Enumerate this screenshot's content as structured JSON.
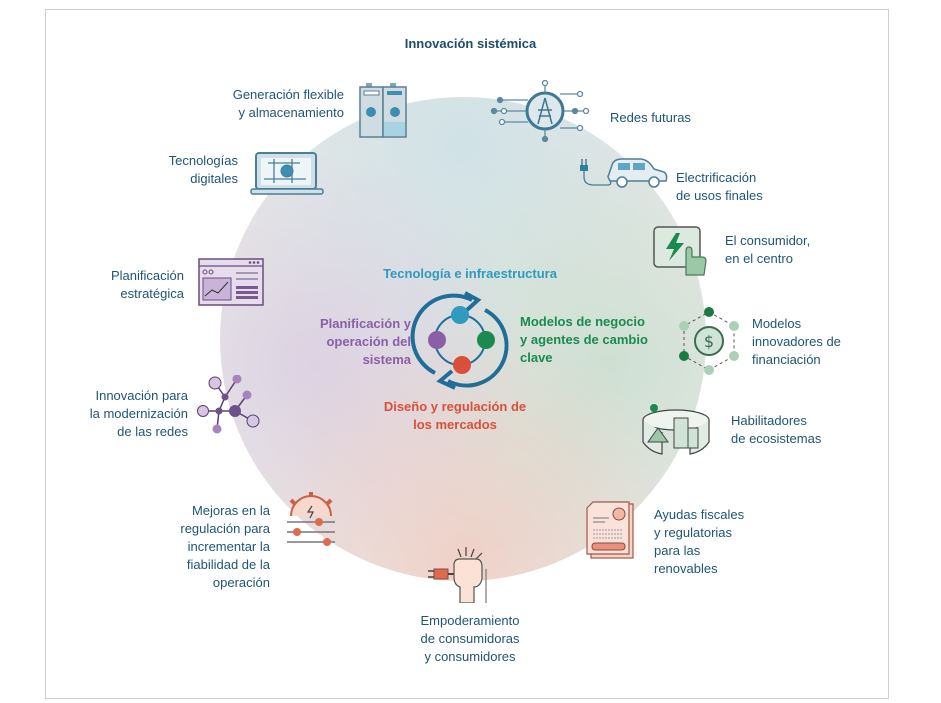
{
  "title": "Innovación sistémica",
  "colors": {
    "text": "#1f5574",
    "technology": "#2e9bbf",
    "business": "#1a8a4f",
    "markets": "#d9503a",
    "planning": "#8a5fa8",
    "cycle_arrow": "#1f6e99"
  },
  "center": {
    "technology": "Tecnología e infraestructura",
    "business": [
      "Modelos de negocio",
      "y agentes de cambio",
      "clave"
    ],
    "markets": [
      "Diseño y regulación de",
      "los mercados"
    ],
    "planning": [
      "Planificación y",
      "operación del",
      "sistema"
    ]
  },
  "items": [
    {
      "id": "generacion",
      "icon": "battery-storage-icon",
      "lines": [
        "Generación flexible",
        "y almacenamiento"
      ]
    },
    {
      "id": "redes-futuras",
      "icon": "grid-tower-icon",
      "lines": [
        "Redes futuras"
      ]
    },
    {
      "id": "tecnologias-digitales",
      "icon": "laptop-network-icon",
      "lines": [
        "Tecnologías",
        "digitales"
      ]
    },
    {
      "id": "electrificacion",
      "icon": "electric-car-icon",
      "lines": [
        "Electrificación",
        "de usos finales"
      ]
    },
    {
      "id": "consumidor",
      "icon": "touch-power-button-icon",
      "lines": [
        "El consumidor,",
        "en el centro"
      ]
    },
    {
      "id": "planificacion",
      "icon": "dashboard-chart-icon",
      "lines": [
        "Planificación",
        "estratégica"
      ]
    },
    {
      "id": "financiacion",
      "icon": "money-network-icon",
      "lines": [
        "Modelos",
        "innovadores de",
        "financiación"
      ]
    },
    {
      "id": "modernizacion",
      "icon": "network-nodes-icon",
      "lines": [
        "Innovación para",
        "la modernización",
        "de las redes"
      ]
    },
    {
      "id": "ecosistemas",
      "icon": "ecosystem-city-icon",
      "lines": [
        "Habilitadores",
        "de ecosistemas"
      ]
    },
    {
      "id": "regulacion",
      "icon": "gear-sliders-icon",
      "lines": [
        "Mejoras en la",
        "regulación para",
        "incrementar la",
        "fiabilidad de la",
        "operación"
      ]
    },
    {
      "id": "ayudas",
      "icon": "document-renewables-icon",
      "lines": [
        "Ayudas fiscales",
        "y regulatorias",
        "para las",
        "renovables"
      ]
    },
    {
      "id": "empoderamiento",
      "icon": "fist-plug-icon",
      "lines": [
        "Empoderamiento",
        "de consumidoras",
        "y consumidores"
      ]
    }
  ]
}
